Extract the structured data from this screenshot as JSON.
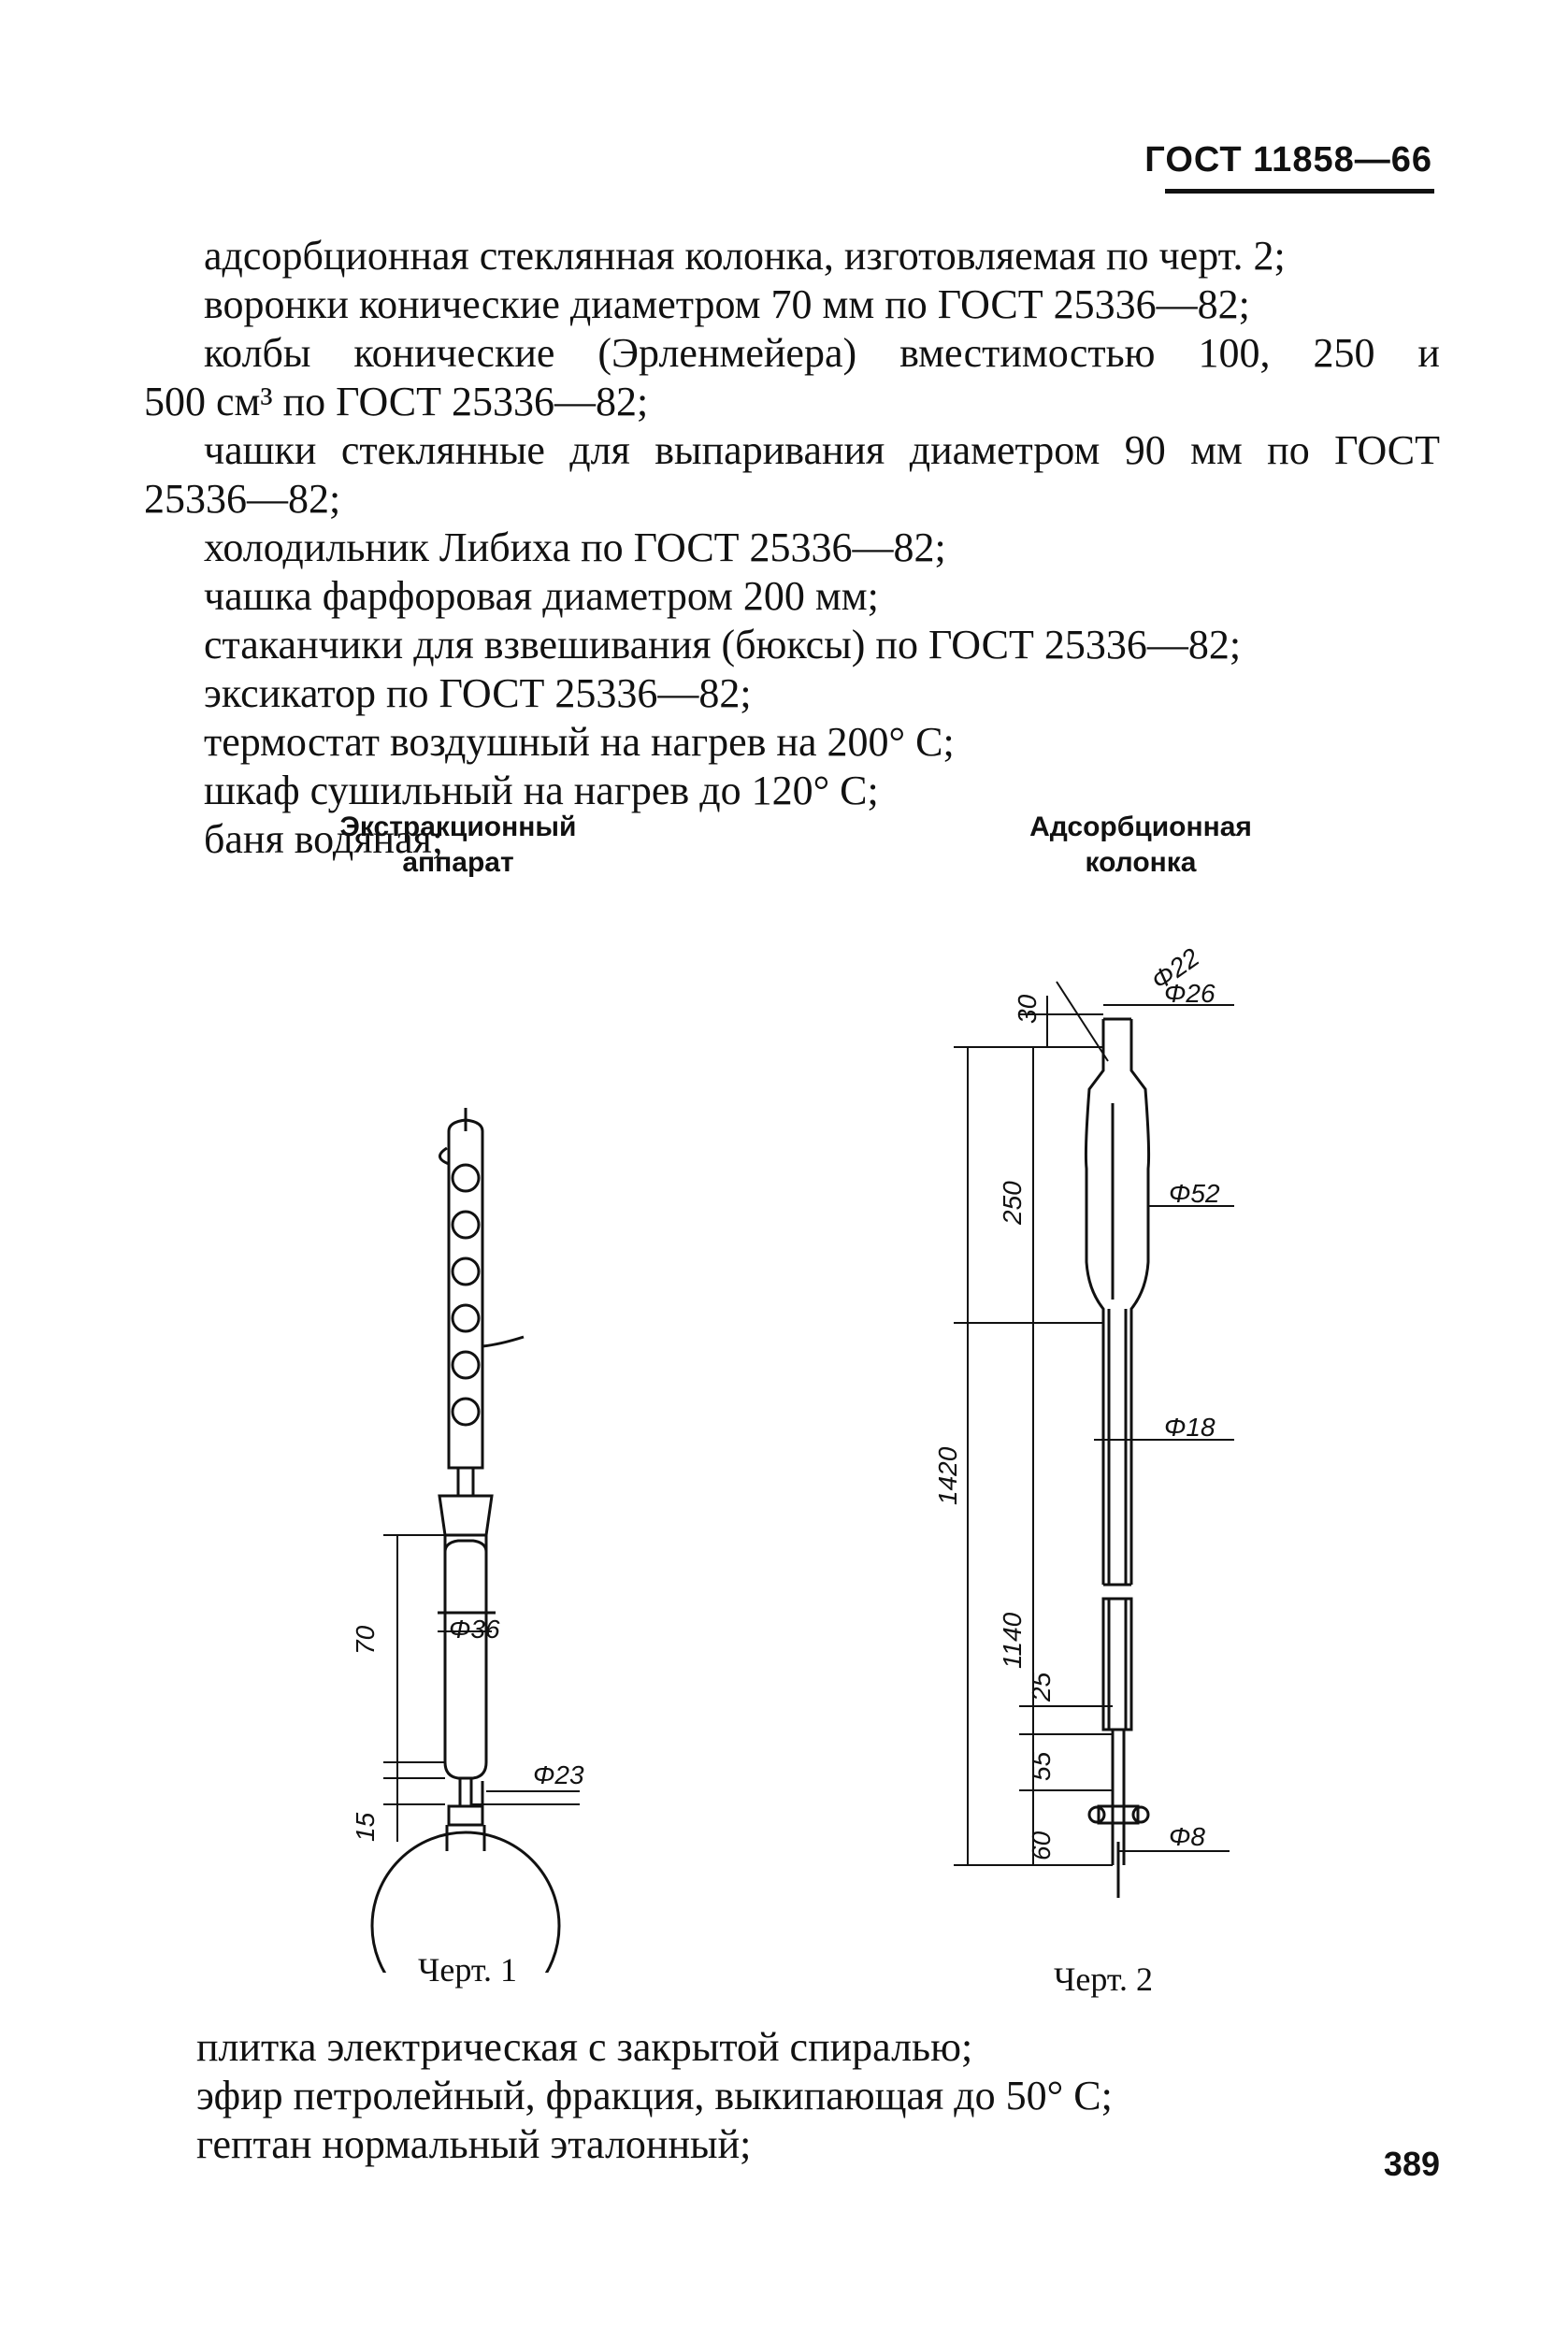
{
  "header": {
    "code": "ГОСТ 11858—66"
  },
  "list_top": {
    "line1": "адсорбционная стеклянная колонка, изготовляемая по черт. 2;",
    "line2": "воронки конические диаметром 70 мм по ГОСТ 25336—82;",
    "line3a": [
      "колбы",
      "конические",
      "(Эрленмейера)",
      "вместимостью",
      "100,",
      "250",
      "и"
    ],
    "line3b": "500 см³ по ГОСТ 25336—82;",
    "line4a": [
      "чашки",
      "стеклянные",
      "для",
      "выпаривания",
      "диаметром",
      "90",
      "мм",
      "по",
      "ГОСТ"
    ],
    "line4b": "25336—82;",
    "line5": "холодильник Либиха по ГОСТ 25336—82;",
    "line6": "чашка фарфоровая диаметром 200 мм;",
    "line7": "стаканчики для взвешивания (бюксы) по ГОСТ 25336—82;",
    "line8": "эксикатор по ГОСТ 25336—82;",
    "line9": "термостат воздушный на нагрев на 200° С;",
    "line10": "шкаф сушильный на нагрев до 120° С;",
    "line11": "баня водяная;"
  },
  "figure1": {
    "caption_line1": "Экстракционный",
    "caption_line2": "аппарат",
    "dim_height": "70",
    "dim_neck": "15",
    "dia_body": "Φ36",
    "dia_tube": "Φ23",
    "label": "Черт. 1"
  },
  "figure2": {
    "caption_line1": "Адсорбционная",
    "caption_line2": "колонка",
    "dia_top_inner": "Φ22",
    "dia_top_outer": "Φ26",
    "dia_bulb": "Φ52",
    "dia_tube": "Φ18",
    "dia_tip": "Φ8",
    "dim_top": "30",
    "dim_bulb": "250",
    "dim_total": "1420",
    "dim_lower": "1140",
    "dim_a": "25",
    "dim_b": "55",
    "dim_c": "60",
    "label": "Черт. 2"
  },
  "list_bottom": {
    "line1": "плитка электрическая с закрытой спиралью;",
    "line2": "эфир петролейный, фракция, выкипающая до 50° С;",
    "line3": "гептан нормальный эталонный;"
  },
  "page_number": "389"
}
